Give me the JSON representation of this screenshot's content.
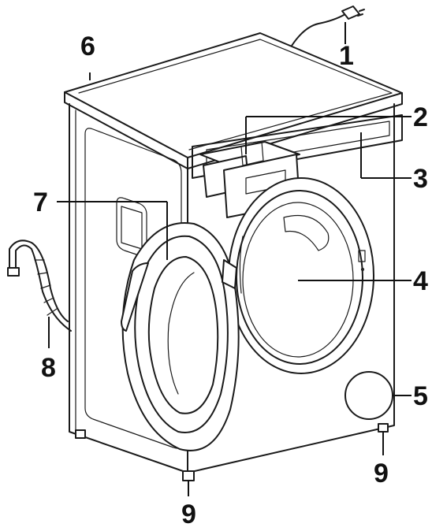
{
  "callouts": [
    {
      "id": "hose-plug",
      "label": "1"
    },
    {
      "id": "detergent-drawer",
      "label": "2"
    },
    {
      "id": "control-panel",
      "label": "3"
    },
    {
      "id": "drum",
      "label": "4"
    },
    {
      "id": "pump-filter-cover",
      "label": "5"
    },
    {
      "id": "top-panel",
      "label": "6"
    },
    {
      "id": "door",
      "label": "7"
    },
    {
      "id": "drain-hose",
      "label": "8"
    },
    {
      "id": "front-foot",
      "label": "9"
    },
    {
      "id": "rear-foot",
      "label": "9"
    }
  ]
}
